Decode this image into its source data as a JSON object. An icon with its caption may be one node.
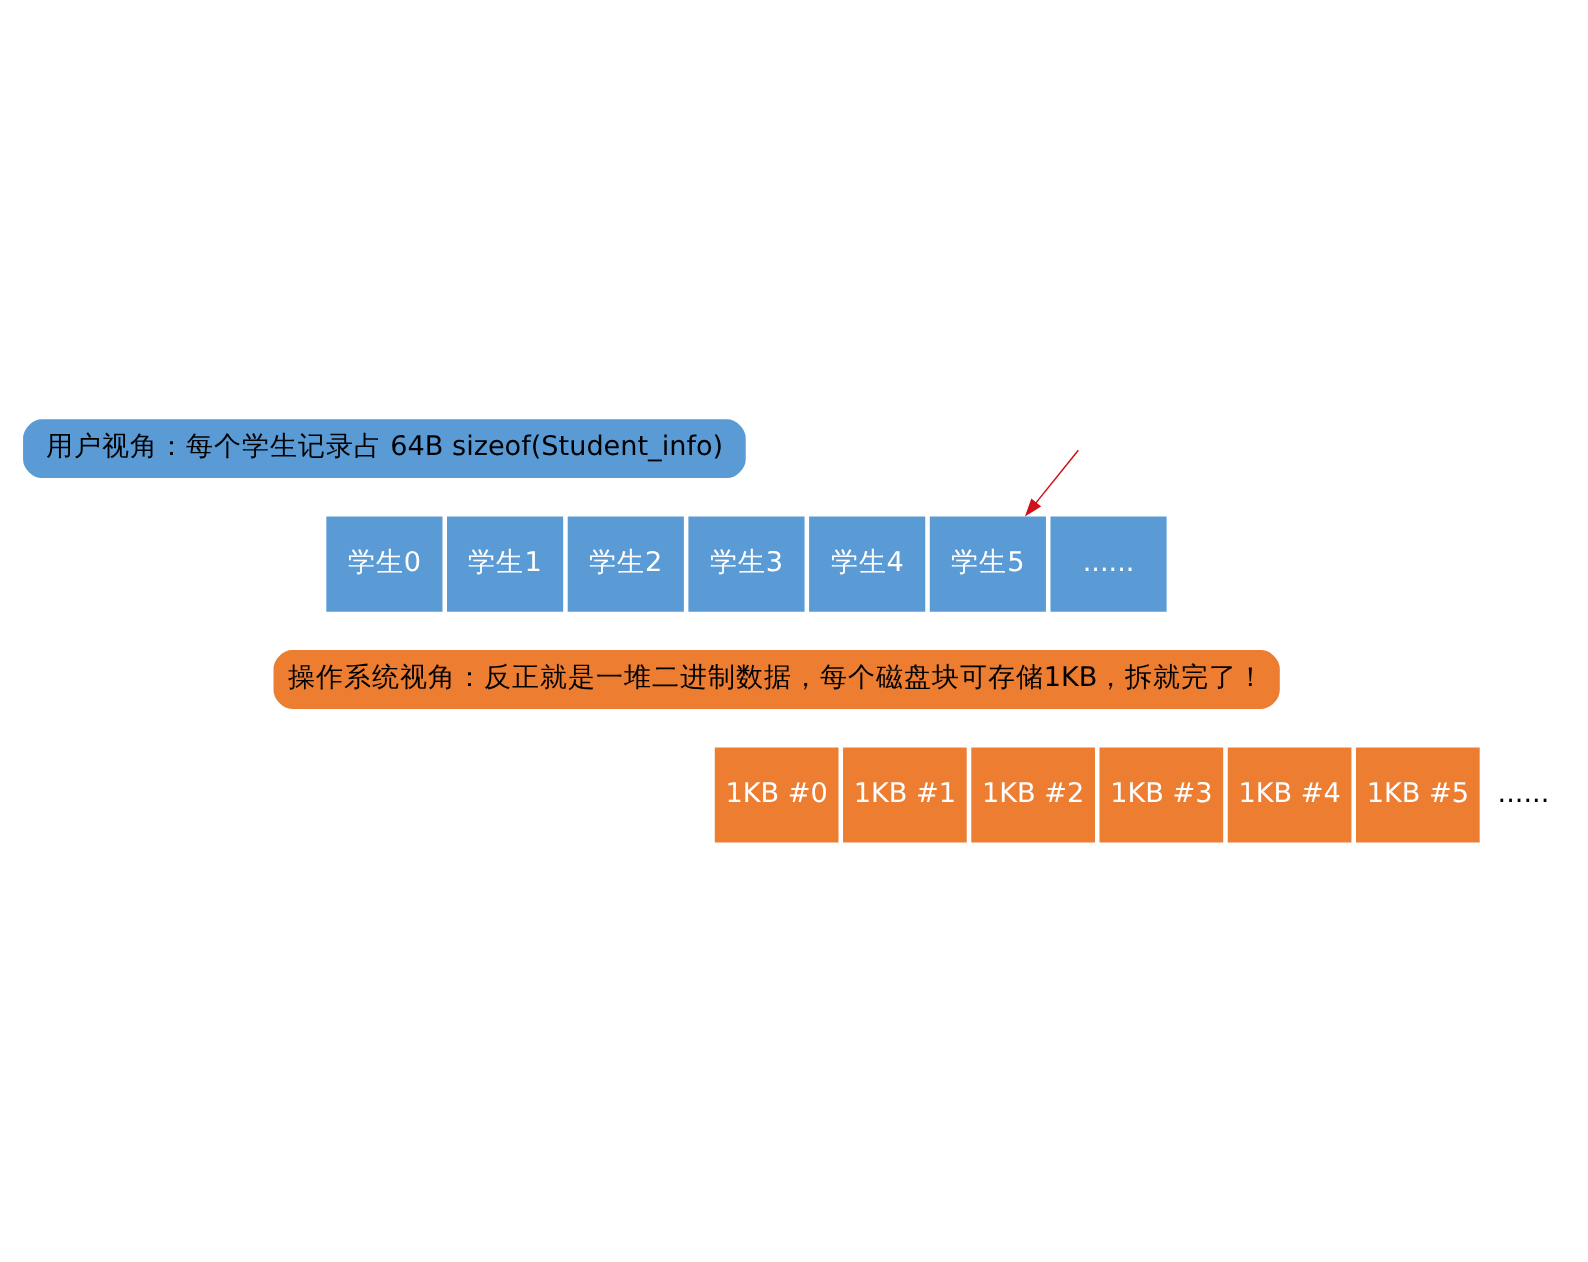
{
  "diagram": {
    "nodes": [
      {
        "text": [
          "用户视角：每个学生记录占 64B sizeof(Student_info)"
        ]
      },
      {
        "text": [
          "学生0"
        ]
      },
      {
        "text": [
          "学生1"
        ]
      },
      {
        "text": [
          "学生2"
        ]
      },
      {
        "text": [
          "学生3"
        ]
      },
      {
        "text": [
          "学生4"
        ]
      },
      {
        "text": [
          "学生5"
        ]
      },
      {
        "text": [
          "......"
        ]
      },
      {
        "text": [
          "操作系统视角：反正就是一堆二进制数据，每个磁盘块可存储1KB，拆就完了！"
        ]
      },
      {
        "text": [
          "1KB #0"
        ]
      },
      {
        "text": [
          "1KB #1"
        ]
      },
      {
        "text": [
          "1KB #2"
        ]
      },
      {
        "text": [
          "1KB #3"
        ]
      },
      {
        "text": [
          "1KB #4"
        ]
      },
      {
        "text": [
          "1KB #5"
        ]
      }
    ],
    "edges": [
      {
        "from": null,
        "to": 6,
        "arrow": "to",
        "color": "#d0101a"
      }
    ],
    "labels": [
      "......"
    ]
  }
}
